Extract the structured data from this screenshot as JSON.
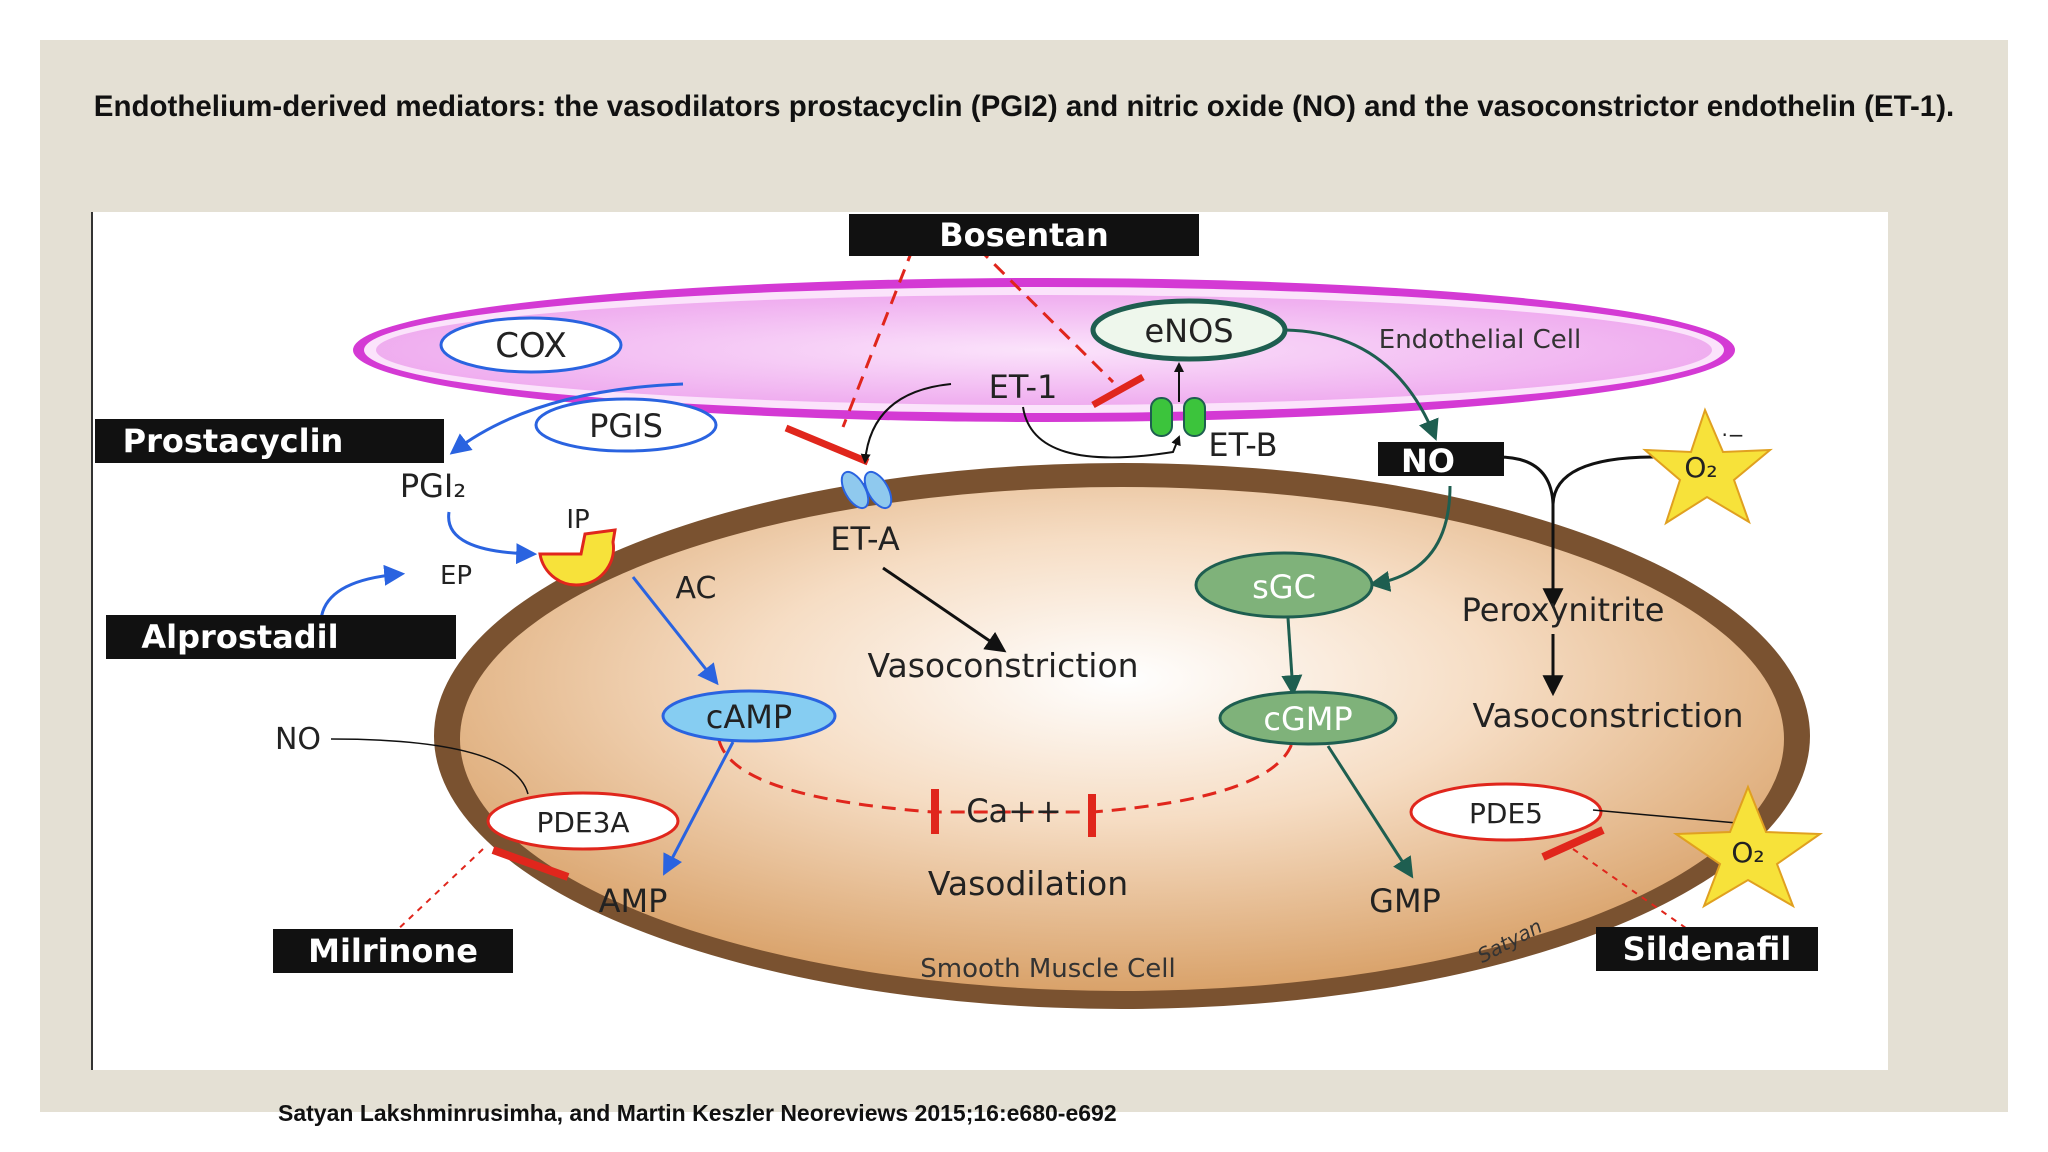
{
  "slide": {
    "title": "Endothelium-derived mediators: the vasodilators prostacyclin (PGI2) and nitric oxide (NO) and the vasoconstrictor endothelin (ET-1).",
    "citation": "Satyan Lakshminrusimha, and Martin Keszler Neoreviews 2015;16:e680-e692"
  },
  "diagram": {
    "drugs": {
      "bosentan": "Bosentan",
      "prostacyclin": "Prostacyclin",
      "alprostadil": "Alprostadil",
      "milrinone": "Milrinone",
      "sildenafil": "Sildenafil"
    },
    "cells": {
      "endothelial": "Endothelial Cell",
      "smooth_muscle": "Smooth Muscle Cell"
    },
    "enzymes": {
      "cox": "COX",
      "pgis": "PGIS",
      "enos": "eNOS",
      "sgc": "sGC",
      "pde3a": "PDE3A",
      "pde5": "PDE5",
      "ac": "AC"
    },
    "molecules": {
      "pgi2": "PGI₂",
      "ip": "IP",
      "ep": "EP",
      "et1": "ET-1",
      "eta": "ET-A",
      "etb": "ET-B",
      "no_box": "NO",
      "no_left": "NO",
      "superoxide": "O₂",
      "superoxide_charge": "·−",
      "oxygen": "O₂",
      "peroxynitrite": "Peroxynitrite",
      "camp": "cAMP",
      "cgmp": "cGMP",
      "amp": "AMP",
      "gmp": "GMP",
      "calcium": "Ca++"
    },
    "effects": {
      "vasoconstriction_center": "Vasoconstriction",
      "vasoconstriction_right": "Vasoconstriction",
      "vasodilation": "Vasodilation"
    },
    "signature": "Satyan"
  },
  "colors": {
    "slide_bg": "#e4e0d4",
    "endothelial_fill": "#f2b8f2",
    "endothelial_border": "#d43ad4",
    "smooth_muscle_border": "#7a5230",
    "smooth_muscle_fill": "#e9b98c",
    "blue_arrow": "#2a63e0",
    "teal_arrow": "#1e5e50",
    "inhibit_red": "#e0261c",
    "camp_fill": "#86cdf2",
    "green_fill": "#7fb27a",
    "star_yellow": "#f7e23a"
  }
}
